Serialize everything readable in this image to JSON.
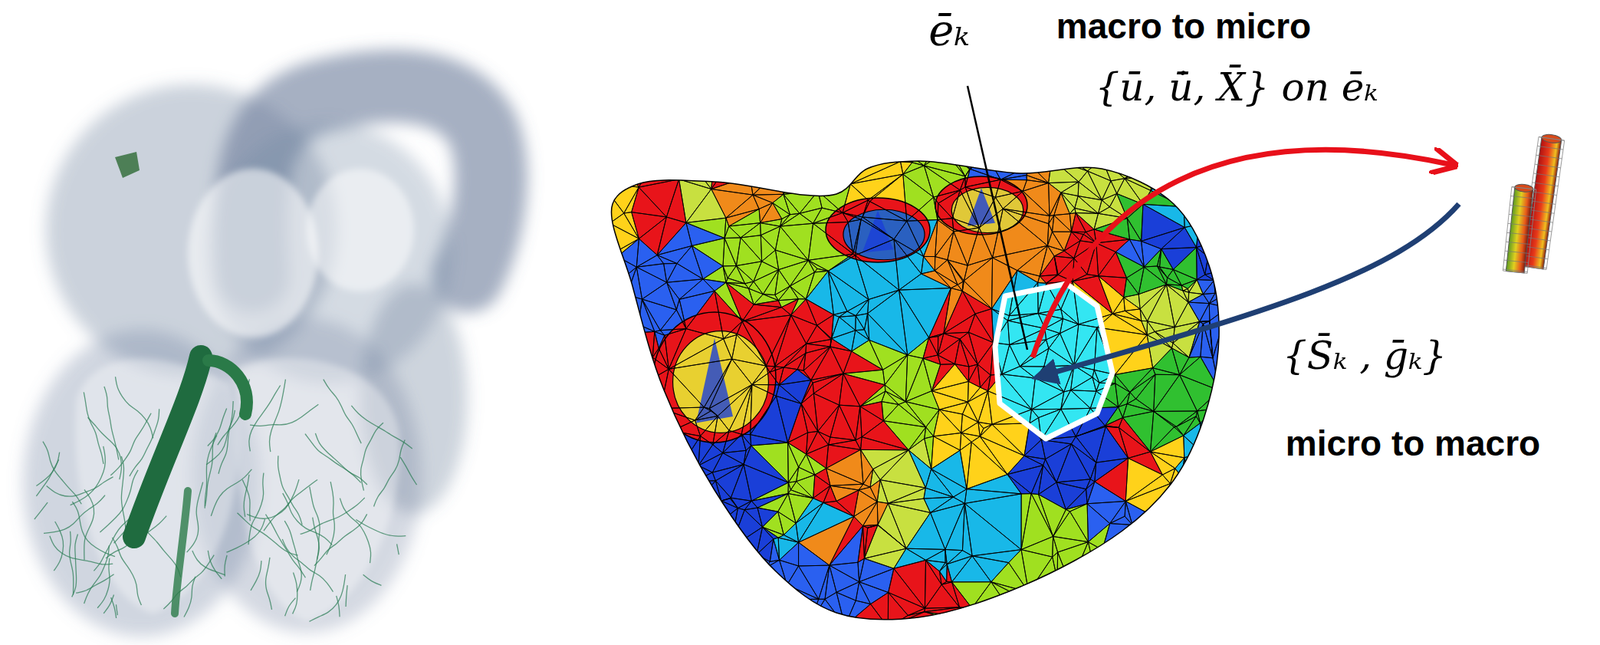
{
  "diagram": {
    "labels": [
      "ēₖ",
      "macro to micro",
      "{ū, u̇̄, X̄} on ēₖ",
      "{S̄ₖ , ḡₖ}",
      "micro to macro"
    ]
  }
}
